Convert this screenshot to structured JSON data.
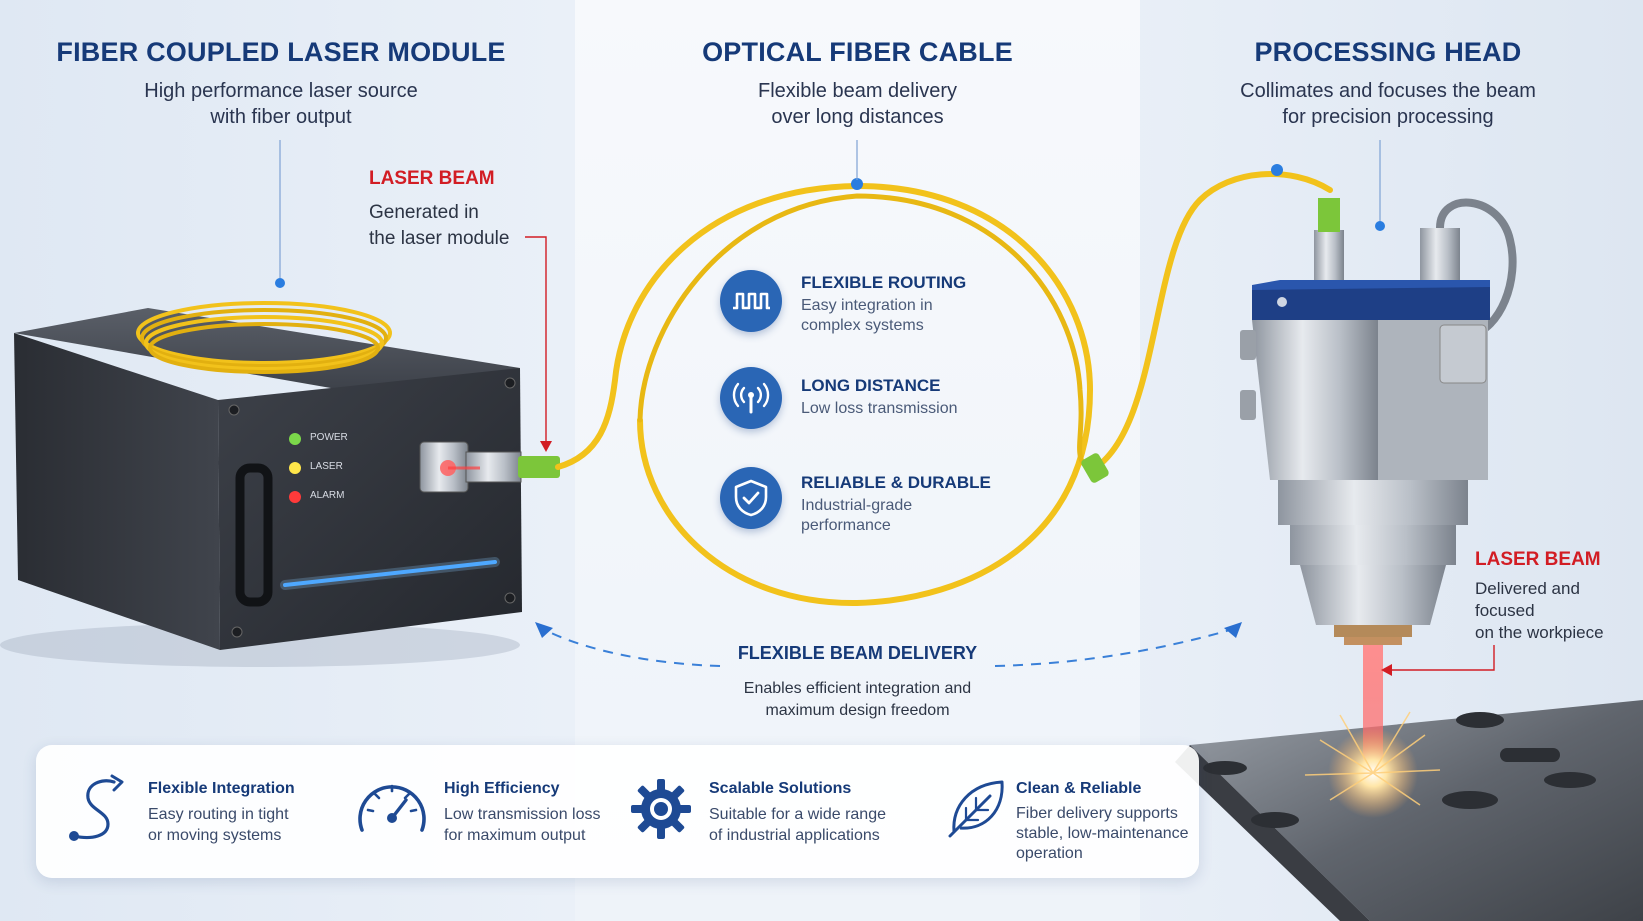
{
  "left": {
    "title": "FIBER COUPLED LASER MODULE",
    "subtitle_line1": "High performance laser source",
    "subtitle_line2": "with fiber output",
    "beam_title": "LASER BEAM",
    "beam_line1": "Generated in",
    "beam_line2": "the laser module",
    "leds": [
      "POWER",
      "LASER",
      "ALARM"
    ]
  },
  "middle": {
    "title": "OPTICAL FIBER CABLE",
    "subtitle_line1": "Flexible beam delivery",
    "subtitle_line2": "over long distances",
    "features": [
      {
        "title": "FLEXIBLE ROUTING",
        "line1": "Easy integration in",
        "line2": "complex systems",
        "icon": "wave-icon"
      },
      {
        "title": "LONG DISTANCE",
        "line1": "Low loss transmission",
        "line2": "",
        "icon": "signal-icon"
      },
      {
        "title": "RELIABLE & DURABLE",
        "line1": "Industrial-grade",
        "line2": "performance",
        "icon": "shield-check-icon"
      }
    ],
    "delivery_title": "FLEXIBLE BEAM DELIVERY",
    "delivery_line1": "Enables efficient integration and",
    "delivery_line2": "maximum design freedom"
  },
  "right": {
    "title": "PROCESSING HEAD",
    "subtitle_line1": "Collimates and focuses the beam",
    "subtitle_line2": "for precision processing",
    "beam_title": "LASER BEAM",
    "beam_line1": "Delivered and focused",
    "beam_line2": "on the workpiece"
  },
  "bottom": [
    {
      "title": "Flexible Integration",
      "line1": "Easy routing in tight",
      "line2": "or moving systems",
      "line3": "",
      "icon": "routing-path-icon"
    },
    {
      "title": "High Efficiency",
      "line1": "Low transmission loss",
      "line2": "for maximum output",
      "line3": "",
      "icon": "gauge-icon"
    },
    {
      "title": "Scalable Solutions",
      "line1": "Suitable for a wide range",
      "line2": "of industrial applications",
      "line3": "",
      "icon": "gear-icon"
    },
    {
      "title": "Clean & Reliable",
      "line1": "Fiber delivery supports",
      "line2": "stable, low-maintenance",
      "line3": "operation",
      "icon": "leaf-icon"
    }
  ],
  "colors": {
    "heading": "#163a78",
    "accent_blue": "#2a66b5",
    "laser_red": "#d21d24",
    "fiber_yellow": "#f2c21b"
  }
}
